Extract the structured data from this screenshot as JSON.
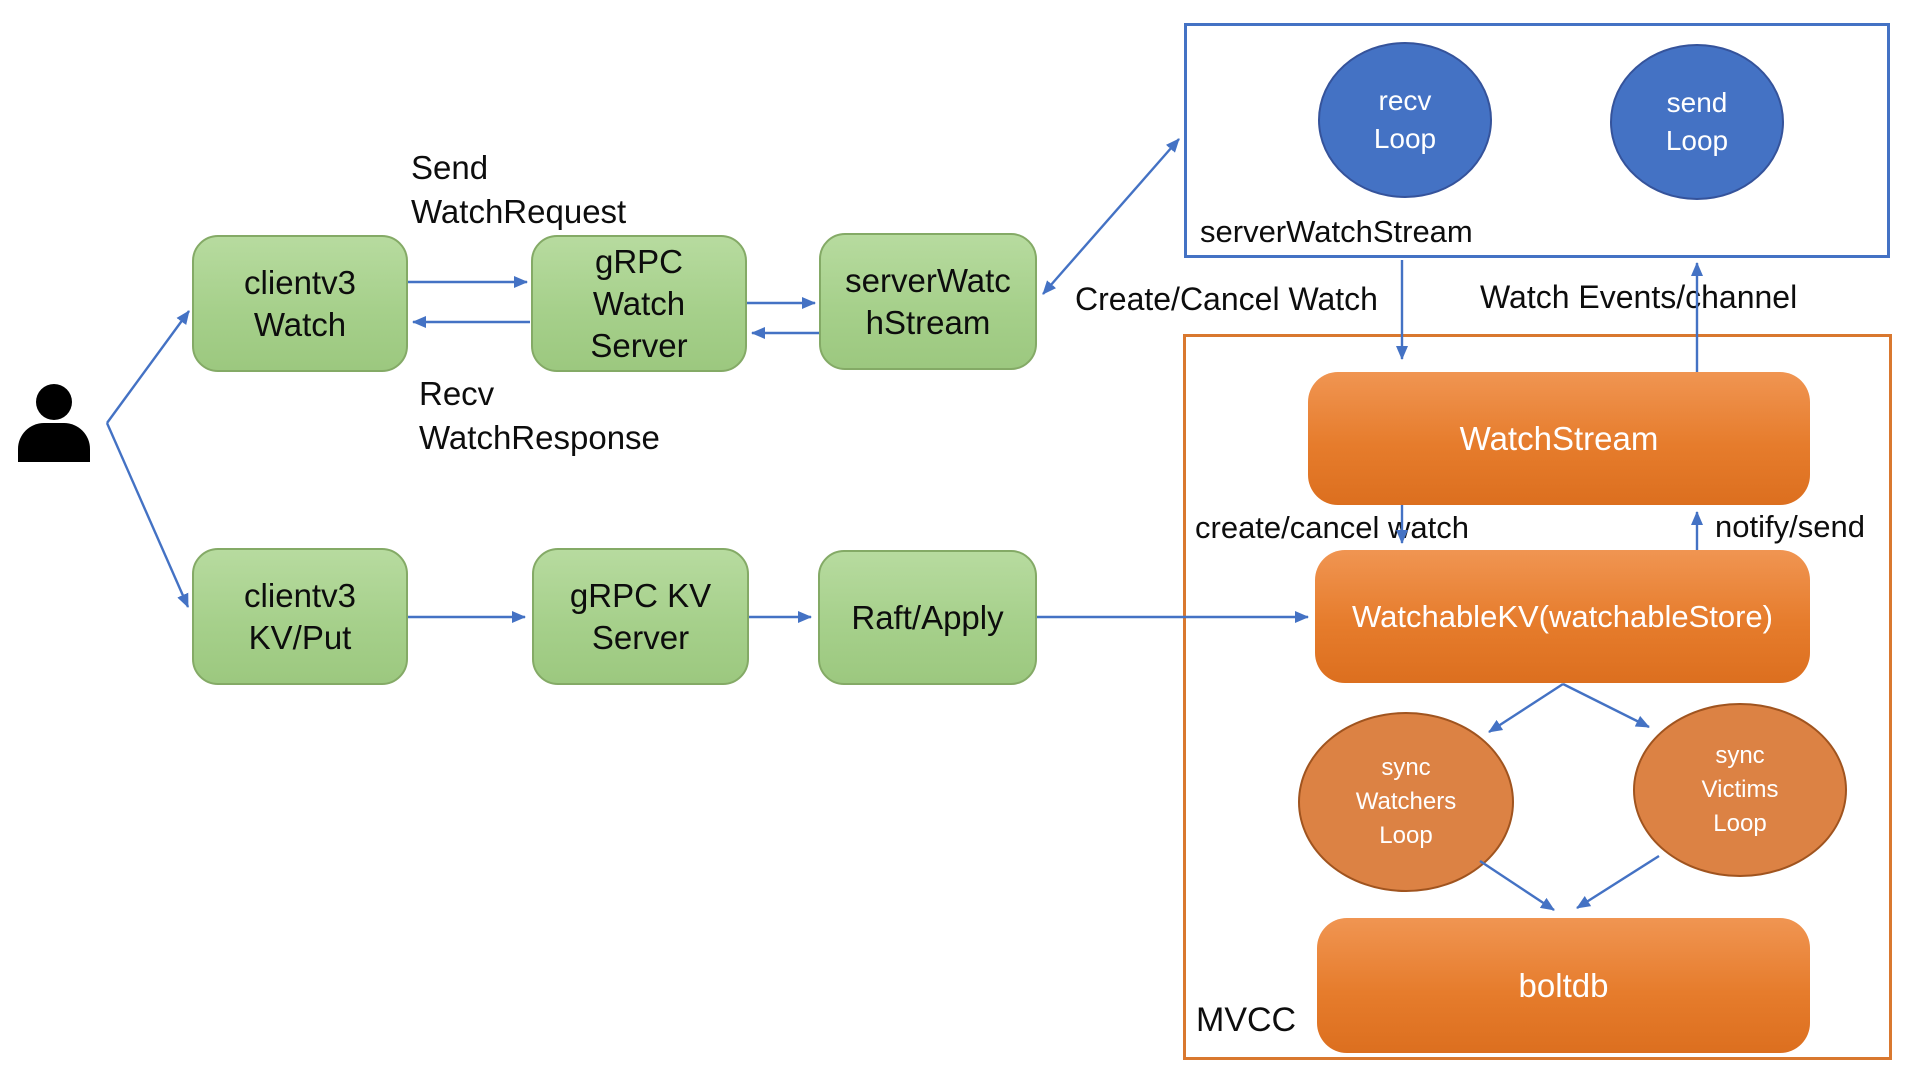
{
  "colors": {
    "arrow_blue": "#4472c4",
    "green_fill": "#a9d18e",
    "green_border": "#84aa66",
    "blue_fill": "#4472c4",
    "orange_fill": "#ed7d31",
    "orange_ellipse": "#dc8244",
    "orange_frame": "#d9782f"
  },
  "nodes": {
    "clientv3_watch": "clientv3\nWatch",
    "grpc_watch_server": "gRPC\nWatch\nServer",
    "server_watchstream": "serverWatc\nhStream",
    "clientv3_kv_put": "clientv3\nKV/Put",
    "grpc_kv_server": "gRPC KV\nServer",
    "raft_apply": "Raft/Apply"
  },
  "server_watch_stream_box": {
    "label": "serverWatchStream",
    "recv_loop": "recv\nLoop",
    "send_loop": "send\nLoop"
  },
  "mvcc_box": {
    "label": "MVCC",
    "watch_stream": "WatchStream",
    "watchable_kv": "WatchableKV(watchableStore)",
    "sync_watchers_loop": "sync\nWatchers\nLoop",
    "sync_victims_loop": "sync\nVictims\nLoop",
    "boltdb": "boltdb"
  },
  "edge_labels": {
    "send_watch_request": "Send\nWatchRequest",
    "recv_watch_response": "Recv\nWatchResponse",
    "create_cancel_watch": "Create/Cancel Watch",
    "watch_events_channel": "Watch Events/channel",
    "create_cancel_watch_inner": "create/cancel watch",
    "notify_send": "notify/send"
  }
}
